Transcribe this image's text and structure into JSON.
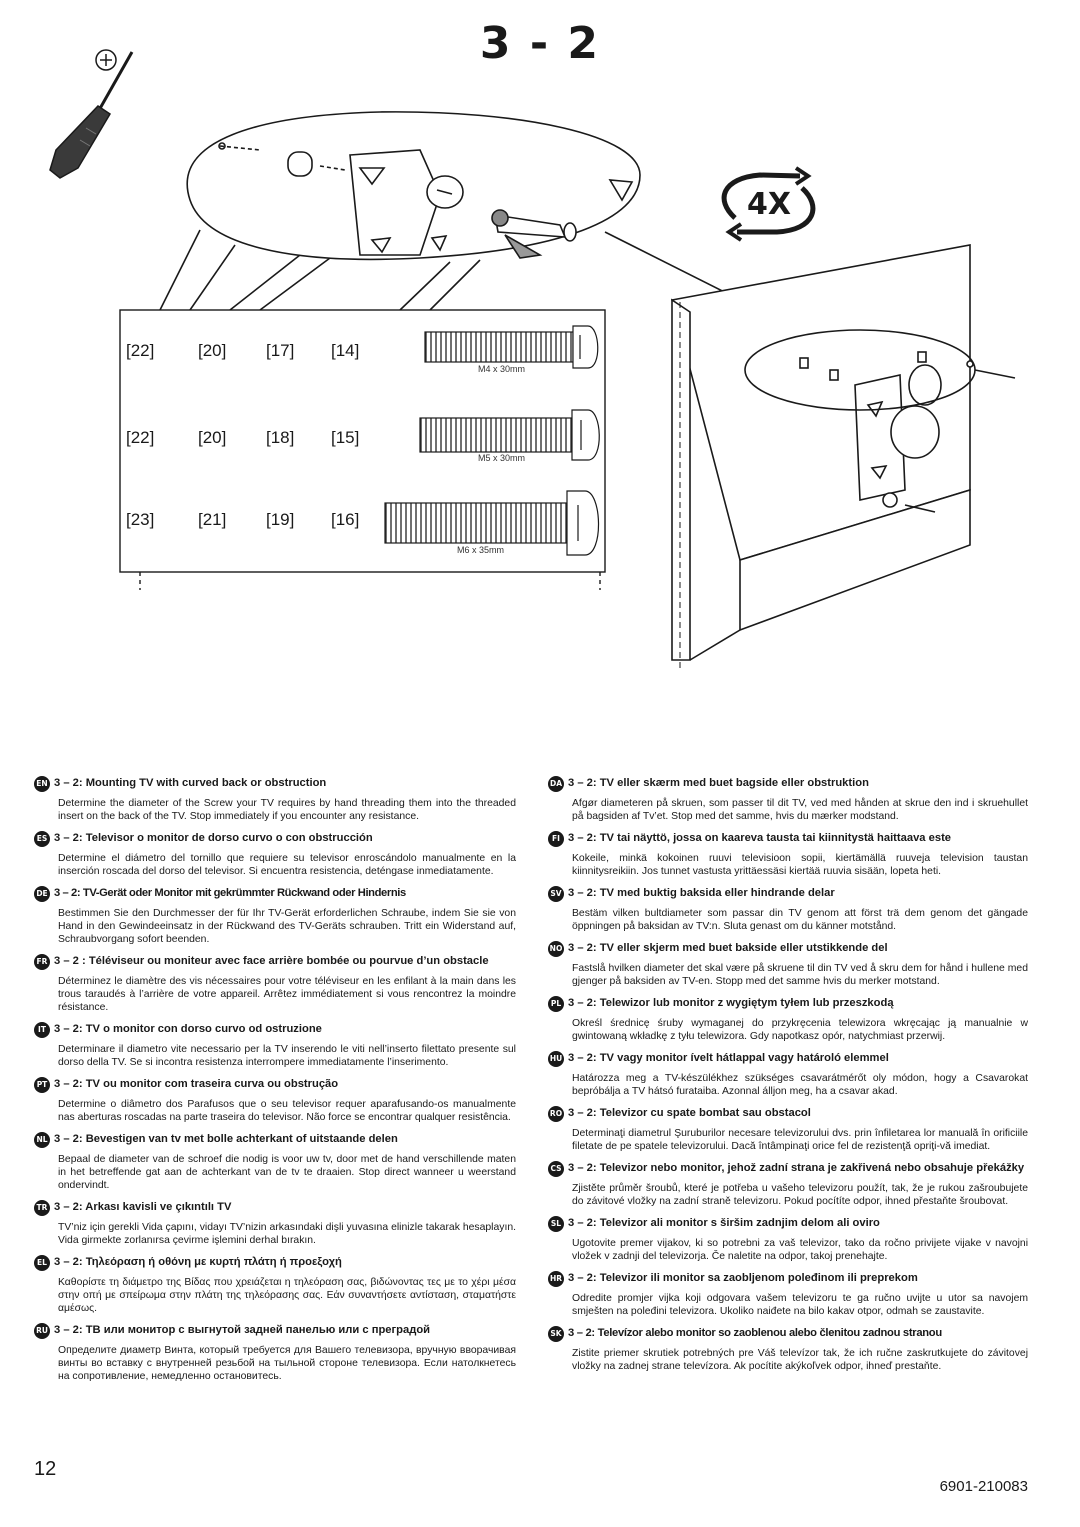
{
  "step": {
    "title": "3 - 2",
    "multiplier": "4X"
  },
  "screw_table": {
    "rows": [
      {
        "codes": [
          "[22]",
          "[20]",
          "[17]",
          "[14]"
        ],
        "screw": "M4 x 30mm"
      },
      {
        "codes": [
          "[22]",
          "[20]",
          "[18]",
          "[15]"
        ],
        "screw": "M5 x 30mm"
      },
      {
        "codes": [
          "[23]",
          "[21]",
          "[19]",
          "[16]"
        ],
        "screw": "M6 x 35mm"
      }
    ]
  },
  "icons": [
    "screwdriver-icon",
    "rotate-arrows-icon"
  ],
  "sections_left": [
    {
      "lang": "EN",
      "heading": "3 – 2: Mounting TV with curved back or obstruction",
      "body": "Determine the diameter of the Screw your TV requires by hand threading them into the threaded insert on the back of the TV. Stop immediately if you encounter any resistance."
    },
    {
      "lang": "ES",
      "heading": "3 – 2: Televisor o monitor de dorso curvo o con obstrucción",
      "body": "Determine el diámetro del tornillo que requiere su televisor enroscándolo manualmente en la inserción roscada del dorso del televisor. Si encuentra resistencia, deténgase inmediatamente."
    },
    {
      "lang": "DE",
      "heading": "3 – 2: TV-Gerät oder Monitor mit gekrümmter Rückwand oder Hindernis",
      "body": "Bestimmen Sie den Durchmesser der für Ihr TV-Gerät erforderlichen Schraube, indem Sie sie von Hand in den Gewindeeinsatz in der Rückwand des TV-Geräts schrauben. Tritt ein Widerstand auf, Schraubvorgang sofort beenden."
    },
    {
      "lang": "FR",
      "heading": "3 – 2 : Téléviseur ou moniteur avec face arrière bombée ou pourvue d’un obstacle",
      "body": "Déterminez le diamètre des vis nécessaires pour votre téléviseur en les enfilant à la main dans les trous taraudés à l’arrière de votre appareil. Arrêtez immédiatement si vous rencontrez la moindre résistance."
    },
    {
      "lang": "IT",
      "heading": "3 – 2: TV o monitor con dorso curvo od ostruzione",
      "body": "Determinare il diametro vite necessario per la TV inserendo le viti nell’inserto filettato presente sul dorso della TV. Se si incontra resistenza interrompere immediatamente l’inserimento."
    },
    {
      "lang": "PT",
      "heading": "3 – 2: TV ou monitor com traseira curva ou obstrução",
      "body": "Determine o diâmetro dos Parafusos que o seu televisor requer aparafusando-os manualmente nas aberturas roscadas na parte traseira do televisor. Não force se encontrar qualquer resistência."
    },
    {
      "lang": "NL",
      "heading": "3 – 2: Bevestigen van tv met bolle achterkant of uitstaande delen",
      "body": "Bepaal de diameter van de schroef die nodig is voor uw tv, door met de hand verschillende maten in het betreffende gat aan de achterkant van de tv te draaien. Stop direct wanneer u weerstand ondervindt."
    },
    {
      "lang": "TR",
      "heading": "3 – 2: Arkası kavisli ve çıkıntılı TV",
      "body": "TV’niz için gerekli Vida çapını, vidayı TV’nizin arkasındaki dişli yuvasına elinizle takarak hesaplayın. Vida girmekte zorlanırsa çevirme işlemini derhal bırakın."
    },
    {
      "lang": "EL",
      "heading": "3 – 2: Τηλεόραση ή οθόνη με κυρτή πλάτη ή προεξοχή",
      "body": "Καθορίστε τη διάμετρο της Βίδας που χρειάζεται η τηλεόραση σας, βιδώνοντας τες με το χέρι μέσα στην οπή με σπείρωμα στην πλάτη της τηλεόρασης σας. Εάν συναντήσετε αντίσταση, σταματήστε αμέσως."
    },
    {
      "lang": "RU",
      "heading": "3 – 2: ТВ или монитор с выгнутой задней панелью или с преградой",
      "body": "Определите диаметр Винта, который требуется для Вашего телевизора, вручную вворачивая винты во вставку с внутренней резьбой на тыльной стороне телевизора. Если натолкнетесь на сопротивление, немедленно остановитесь."
    }
  ],
  "sections_right": [
    {
      "lang": "DA",
      "heading": "3 – 2: TV eller skærm med buet bagside eller obstruktion",
      "body": "Afgør diameteren på skruen, som passer til dit TV, ved med hånden at skrue den ind i skruehullet på bagsiden af Tv’et. Stop med det samme, hvis du mærker modstand."
    },
    {
      "lang": "FI",
      "heading": "3 – 2: TV tai näyttö, jossa on kaareva tausta tai kiinnitystä haittaava este",
      "body": "Kokeile, minkä kokoinen ruuvi televisioon sopii, kiertämällä ruuveja television taustan kiinnitysreikiin. Jos tunnet vastusta yrittäessäsi kiertää ruuvia sisään, lopeta heti."
    },
    {
      "lang": "SV",
      "heading": "3 – 2: TV med buktig baksida eller hindrande delar",
      "body": "Bestäm vilken bultdiameter som passar din TV genom att först trä dem genom det gängade öppningen på baksidan av TV:n. Sluta genast om du känner motstånd."
    },
    {
      "lang": "NO",
      "heading": "3 – 2: TV eller skjerm med buet bakside eller utstikkende del",
      "body": "Fastslå hvilken diameter det skal være på skruene til din TV ved å skru dem for hånd i hullene med gjenger på baksiden av TV-en. Stopp med det samme hvis du merker motstand."
    },
    {
      "lang": "PL",
      "heading": "3 – 2: Telewizor lub monitor z wygiętym tyłem lub przeszkodą",
      "body": "Określ średnicę śruby wymaganej do przykręcenia telewizora wkręcając ją manualnie w gwintowaną wkładkę z tyłu telewizora. Gdy napotkasz opór, natychmiast przerwij."
    },
    {
      "lang": "HU",
      "heading": "3 – 2: TV vagy monitor ívelt hátlappal vagy határoló elemmel",
      "body": "Határozza meg a TV-készülékhez szükséges csavarátmérőt oly módon, hogy a Csavarokat bepróbálja a TV hátsó furataiba. Azonnal álljon meg, ha a csavar akad."
    },
    {
      "lang": "RO",
      "heading": "3 – 2: Televizor cu spate bombat sau obstacol",
      "body": "Determinaţi diametrul Şuruburilor necesare televizorului dvs. prin înfiletarea lor manuală în orificiile filetate de pe spatele televizorului. Dacă întâmpinaţi orice fel de rezistenţă opriţi-vă imediat."
    },
    {
      "lang": "CS",
      "heading": "3 – 2: Televizor nebo monitor, jehož zadní strana je zakřivená nebo obsahuje překážky",
      "body": "Zjistěte průměr šroubů, které je potřeba u vašeho televizoru použít, tak, že je rukou zašroubujete do závitové vložky na zadní straně televizoru. Pokud pocítíte odpor, ihned přestaňte šroubovat."
    },
    {
      "lang": "SL",
      "heading": "3 – 2: Televizor ali monitor s širšim zadnjim delom ali oviro",
      "body": "Ugotovite premer vijakov, ki so potrebni za vaš televizor, tako da ročno privijete vijake v navojni vložek v zadnji del televizorja. Če naletite na odpor, takoj prenehajte."
    },
    {
      "lang": "HR",
      "heading": "3 – 2: Televizor ili monitor sa zaobljenom poleđinom ili preprekom",
      "body": "Odredite promjer vijka koji odgovara vašem televizoru te ga ručno uvijte u utor sa navojem smješten na poleđini televizora. Ukoliko naiđete na bilo kakav otpor, odmah se zaustavite."
    },
    {
      "lang": "SK",
      "heading": "3 – 2: Televízor alebo monitor so zaoblenou alebo členitou zadnou stranou",
      "body": "Zistite priemer skrutiek potrebných pre Váš televízor tak, že ich ručne zaskrutkujete do závitovej vložky na zadnej strane televízora. Ak pocítite akýkoľvek odpor, ihneď prestaňte."
    }
  ],
  "footer": {
    "page_number": "12",
    "doc_number": "6901-210083"
  }
}
